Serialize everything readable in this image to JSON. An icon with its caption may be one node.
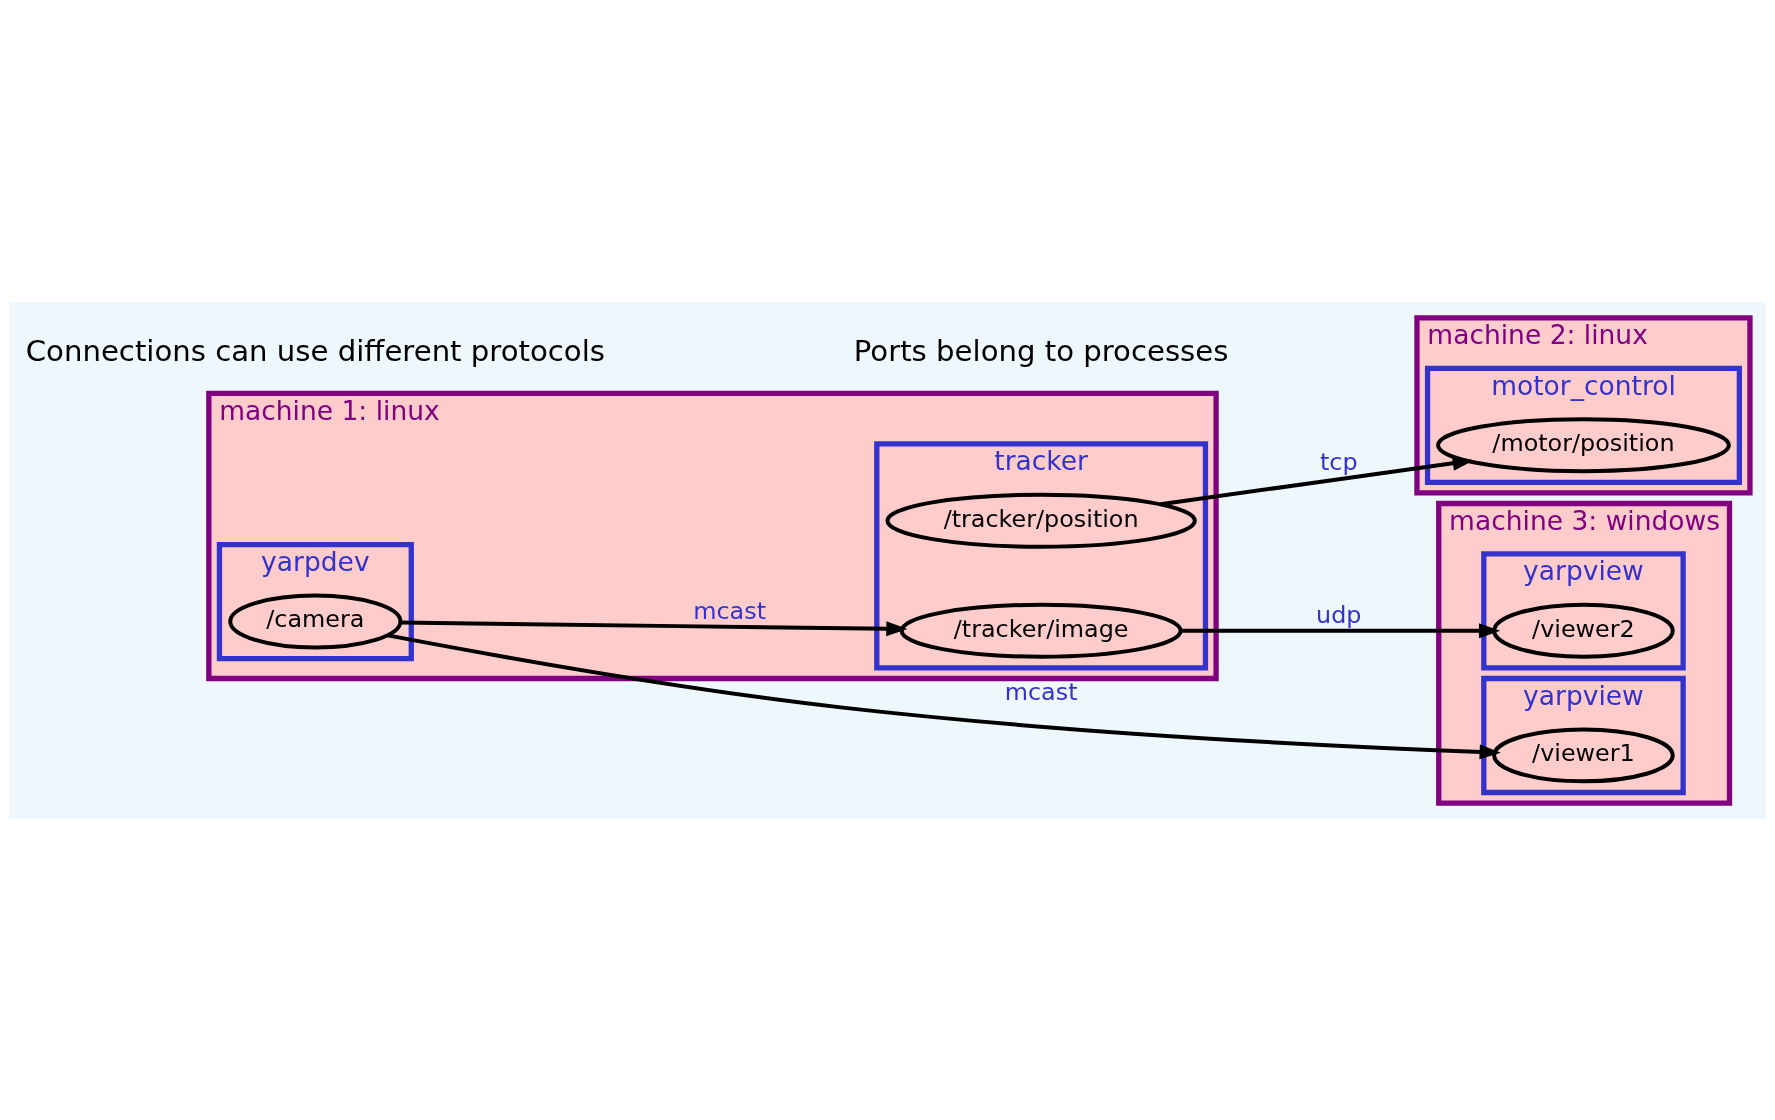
{
  "diagram": {
    "nodes": [
      {
        "text": [
          "machine 2: linux"
        ]
      },
      {
        "text": [
          "motor_control"
        ],
        "in": 0
      },
      {
        "text": [
          "/motor/position"
        ],
        "in": 1
      },
      {
        "text": [
          "machine 1: linux"
        ]
      },
      {
        "text": [
          "tracker"
        ],
        "in": 3
      },
      {
        "text": [
          "/tracker/position"
        ],
        "in": 4
      },
      {
        "text": [
          "machine 3: windows"
        ]
      },
      {
        "text": [
          "yarpview"
        ],
        "in": 6
      },
      {
        "text": [
          "/viewer2"
        ],
        "in": 7
      },
      {
        "text": [
          "yarpdev"
        ],
        "in": 3
      },
      {
        "text": [
          "/camera"
        ],
        "in": 9
      },
      {
        "text": [
          "/tracker/image"
        ],
        "in": 4
      },
      {
        "text": [
          "yarpview"
        ],
        "in": 6
      },
      {
        "text": [
          "/viewer1"
        ],
        "in": 12
      }
    ],
    "edges": [
      {
        "from": 5,
        "to": 2,
        "arrow": "to",
        "label": "tcp"
      },
      {
        "from": 10,
        "to": 11,
        "arrow": "to",
        "label": "mcast"
      },
      {
        "from": 11,
        "to": 8,
        "arrow": "to",
        "label": "udp"
      },
      {
        "from": 10,
        "to": 13,
        "arrow": "to",
        "label": "mcast"
      }
    ],
    "labels": [
      "Connections can use different protocols",
      "Ports belong to processes"
    ]
  }
}
